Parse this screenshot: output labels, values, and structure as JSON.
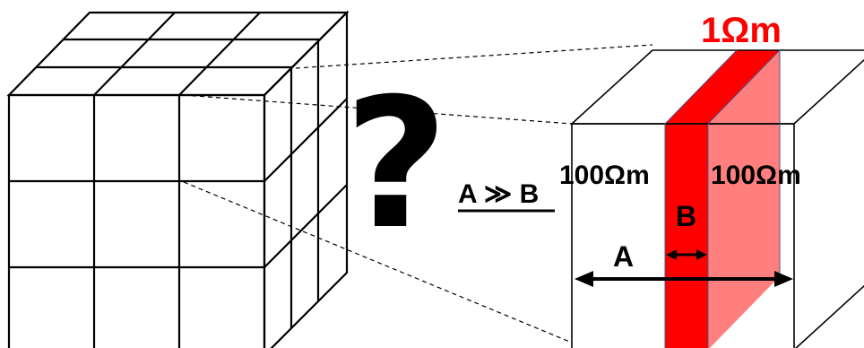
{
  "labels": {
    "red_resistivity": "1Ωm",
    "left_resistivity": "100Ωm",
    "right_resistivity": "100Ωm",
    "width_a": "A",
    "width_b": "B",
    "relation": "A ≫ B",
    "question_mark": "?"
  },
  "colors": {
    "layer_front": "#ff0000",
    "layer_side": "#ff7f7f",
    "label_red": "#ff0000",
    "line": "#000000"
  },
  "icons": [
    "arrow-double-icon",
    "question-mark-icon"
  ]
}
